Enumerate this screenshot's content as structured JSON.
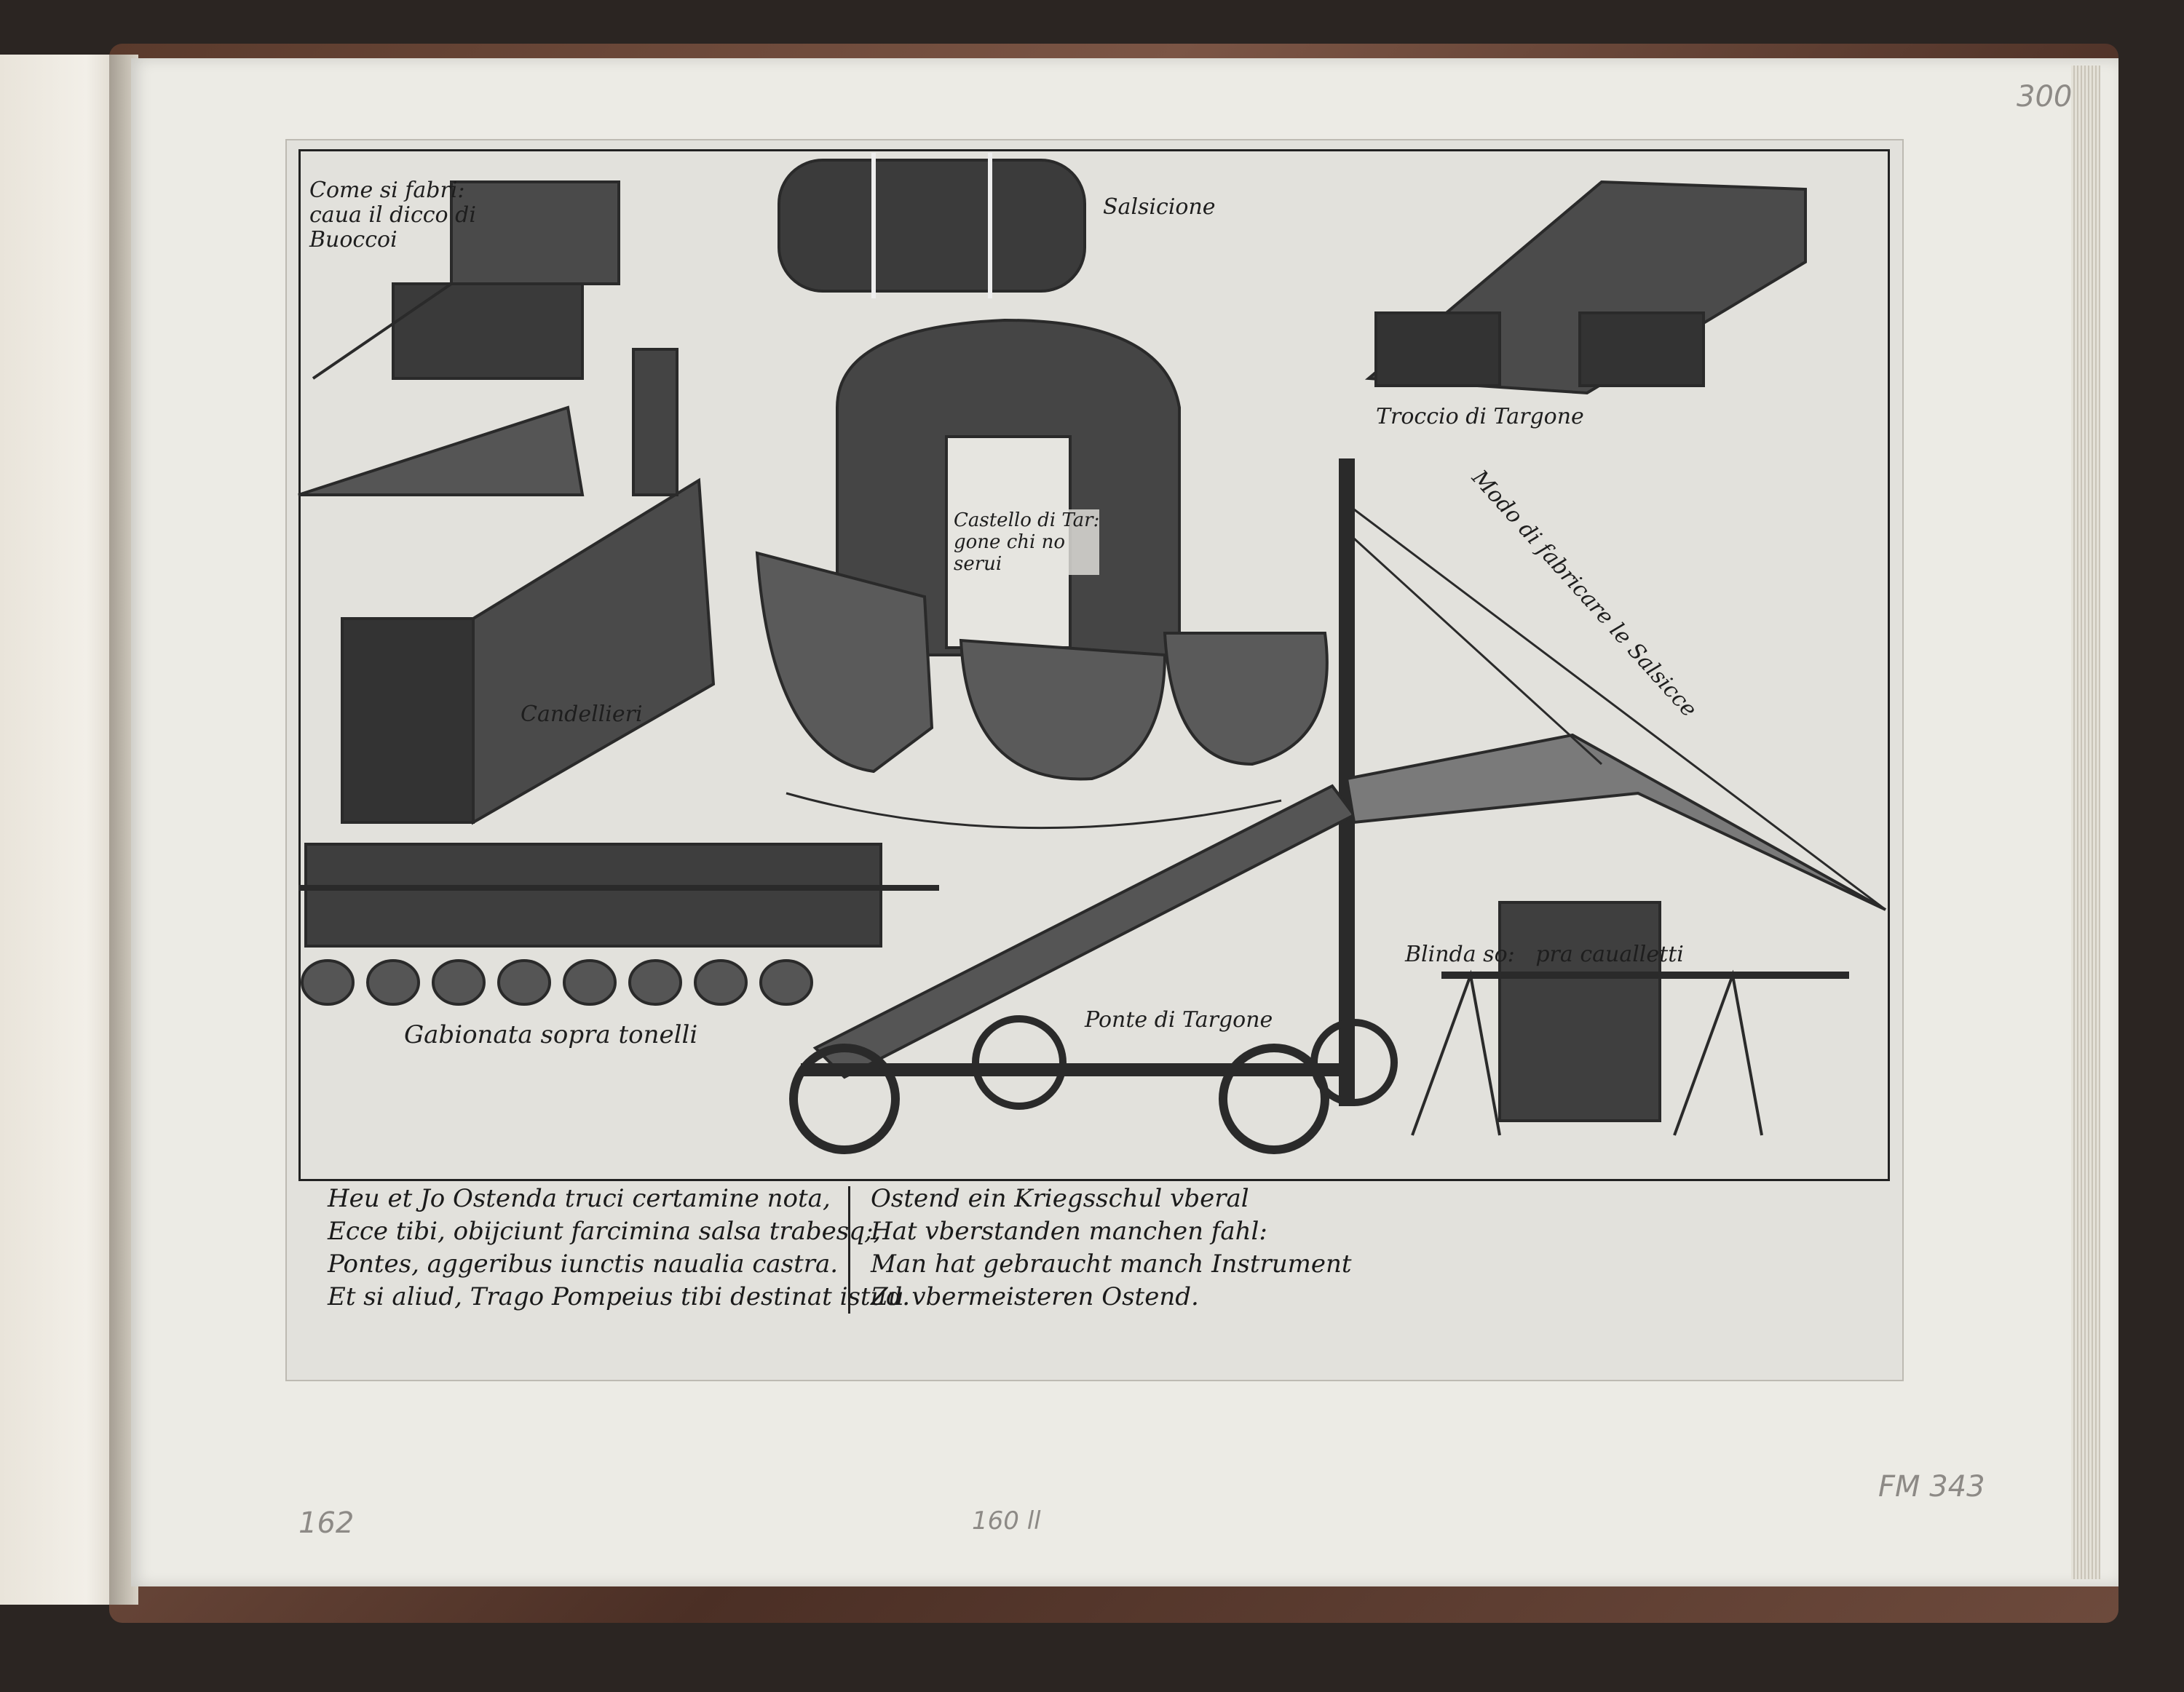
{
  "plate": {
    "labels": {
      "come_si_fabri": [
        "Come si fabri:",
        "caua il dicco di",
        "Buoccoi"
      ],
      "salsicione": "Salsicione",
      "troccio": "Troccio di Targone",
      "modo": "Modo di fabricare le Salsicce",
      "castello": [
        "Castello di Tar:",
        "gone chi no",
        "serui"
      ],
      "candellieri": "Candellieri",
      "gabionata": "Gabionata sopra tonelli",
      "ponte": "Ponte di Targone",
      "blinda": "Blinda so:   pra caualletti"
    },
    "verse_latin": [
      "Heu et Jo Ostenda truci certamine nota,",
      "Ecce tibi, obijciunt farcimina salsa trabesq;,",
      "Pontes, aggeribus iunctis naualia castra.",
      "Et si aliud, Trago Pompeius tibi destinat istud."
    ],
    "verse_german": [
      "Ostend ein Kriegsschul vberal",
      "Hat vberstanden manchen fahl:",
      "Man hat gebraucht manch Instrument",
      "Zu vbermeisteren Ostend."
    ]
  },
  "annotations": {
    "folio": "300",
    "left_mark": "162",
    "center_mark": "160 ll",
    "inventory": "FM 343"
  }
}
